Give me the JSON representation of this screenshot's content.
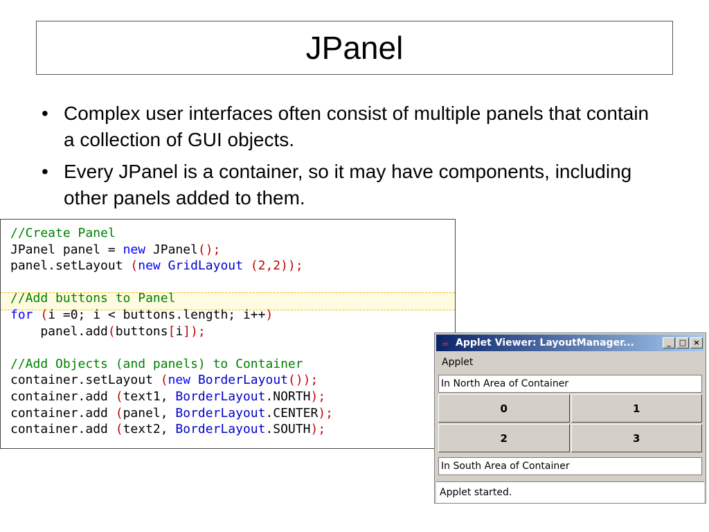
{
  "slide": {
    "title": "JPanel",
    "bullets": [
      "Complex user interfaces often consist of multiple panels that contain a collection of GUI objects.",
      "Every JPanel is a container, so it may have components, including other panels added to them."
    ]
  },
  "code": {
    "lines": [
      [
        {
          "t": "//Create Panel",
          "c": "cm"
        }
      ],
      [
        {
          "t": "JPanel panel = ",
          "c": "tx"
        },
        {
          "t": "new",
          "c": "kw"
        },
        {
          "t": " JPanel",
          "c": "tx"
        },
        {
          "t": "();",
          "c": "pn"
        }
      ],
      [
        {
          "t": "panel.setLayout ",
          "c": "tx"
        },
        {
          "t": "(",
          "c": "pn"
        },
        {
          "t": "new",
          "c": "kw"
        },
        {
          "t": " GridLayout ",
          "c": "cls"
        },
        {
          "t": "(2,2));",
          "c": "pn"
        }
      ],
      [
        {
          "t": "",
          "c": "tx"
        }
      ],
      [
        {
          "t": "//Add buttons to Panel",
          "c": "cm"
        }
      ],
      [
        {
          "t": "for",
          "c": "kw"
        },
        {
          "t": " (",
          "c": "pn"
        },
        {
          "t": "i =0; i < buttons.length; i++",
          "c": "tx"
        },
        {
          "t": ")",
          "c": "pn"
        }
      ],
      [
        {
          "t": "    panel.add",
          "c": "tx"
        },
        {
          "t": "(",
          "c": "pn"
        },
        {
          "t": "buttons",
          "c": "tx"
        },
        {
          "t": "[",
          "c": "pn"
        },
        {
          "t": "i",
          "c": "tx"
        },
        {
          "t": "]);",
          "c": "pn"
        }
      ],
      [
        {
          "t": "",
          "c": "tx"
        }
      ],
      [
        {
          "t": "//Add Objects (and panels) to Container",
          "c": "cm"
        }
      ],
      [
        {
          "t": "container.setLayout ",
          "c": "tx"
        },
        {
          "t": "(",
          "c": "pn"
        },
        {
          "t": "new",
          "c": "kw"
        },
        {
          "t": " BorderLayout",
          "c": "cls"
        },
        {
          "t": "());",
          "c": "pn"
        }
      ],
      [
        {
          "t": "container.add ",
          "c": "tx"
        },
        {
          "t": "(",
          "c": "pn"
        },
        {
          "t": "text1, ",
          "c": "tx"
        },
        {
          "t": "BorderLayout",
          "c": "cls"
        },
        {
          "t": ".NORTH",
          "c": "tx"
        },
        {
          "t": ");",
          "c": "pn"
        }
      ],
      [
        {
          "t": "container.add ",
          "c": "tx"
        },
        {
          "t": "(",
          "c": "pn"
        },
        {
          "t": "panel, ",
          "c": "tx"
        },
        {
          "t": "BorderLayout",
          "c": "cls"
        },
        {
          "t": ".CENTER",
          "c": "tx"
        },
        {
          "t": ");",
          "c": "pn"
        }
      ],
      [
        {
          "t": "container.add ",
          "c": "tx"
        },
        {
          "t": "(",
          "c": "pn"
        },
        {
          "t": "text2, ",
          "c": "tx"
        },
        {
          "t": "BorderLayout",
          "c": "cls"
        },
        {
          "t": ".SOUTH",
          "c": "tx"
        },
        {
          "t": ");",
          "c": "pn"
        }
      ]
    ]
  },
  "applet": {
    "window_title": "Applet Viewer: LayoutManager...",
    "menu_label": "Applet",
    "north_text": "In North Area of Container",
    "buttons": [
      "0",
      "1",
      "2",
      "3"
    ],
    "south_text": "In South Area of Container",
    "status": "Applet started.",
    "minimize_glyph": "_",
    "maximize_glyph": "□",
    "close_glyph": "×"
  },
  "colors": {
    "comment": "#008000",
    "keyword": "#0000ff",
    "paren": "#c00000",
    "titlebar": "#0a246a"
  },
  "icons": [
    "java-cup-icon",
    "minimize-icon",
    "maximize-icon",
    "close-icon"
  ]
}
